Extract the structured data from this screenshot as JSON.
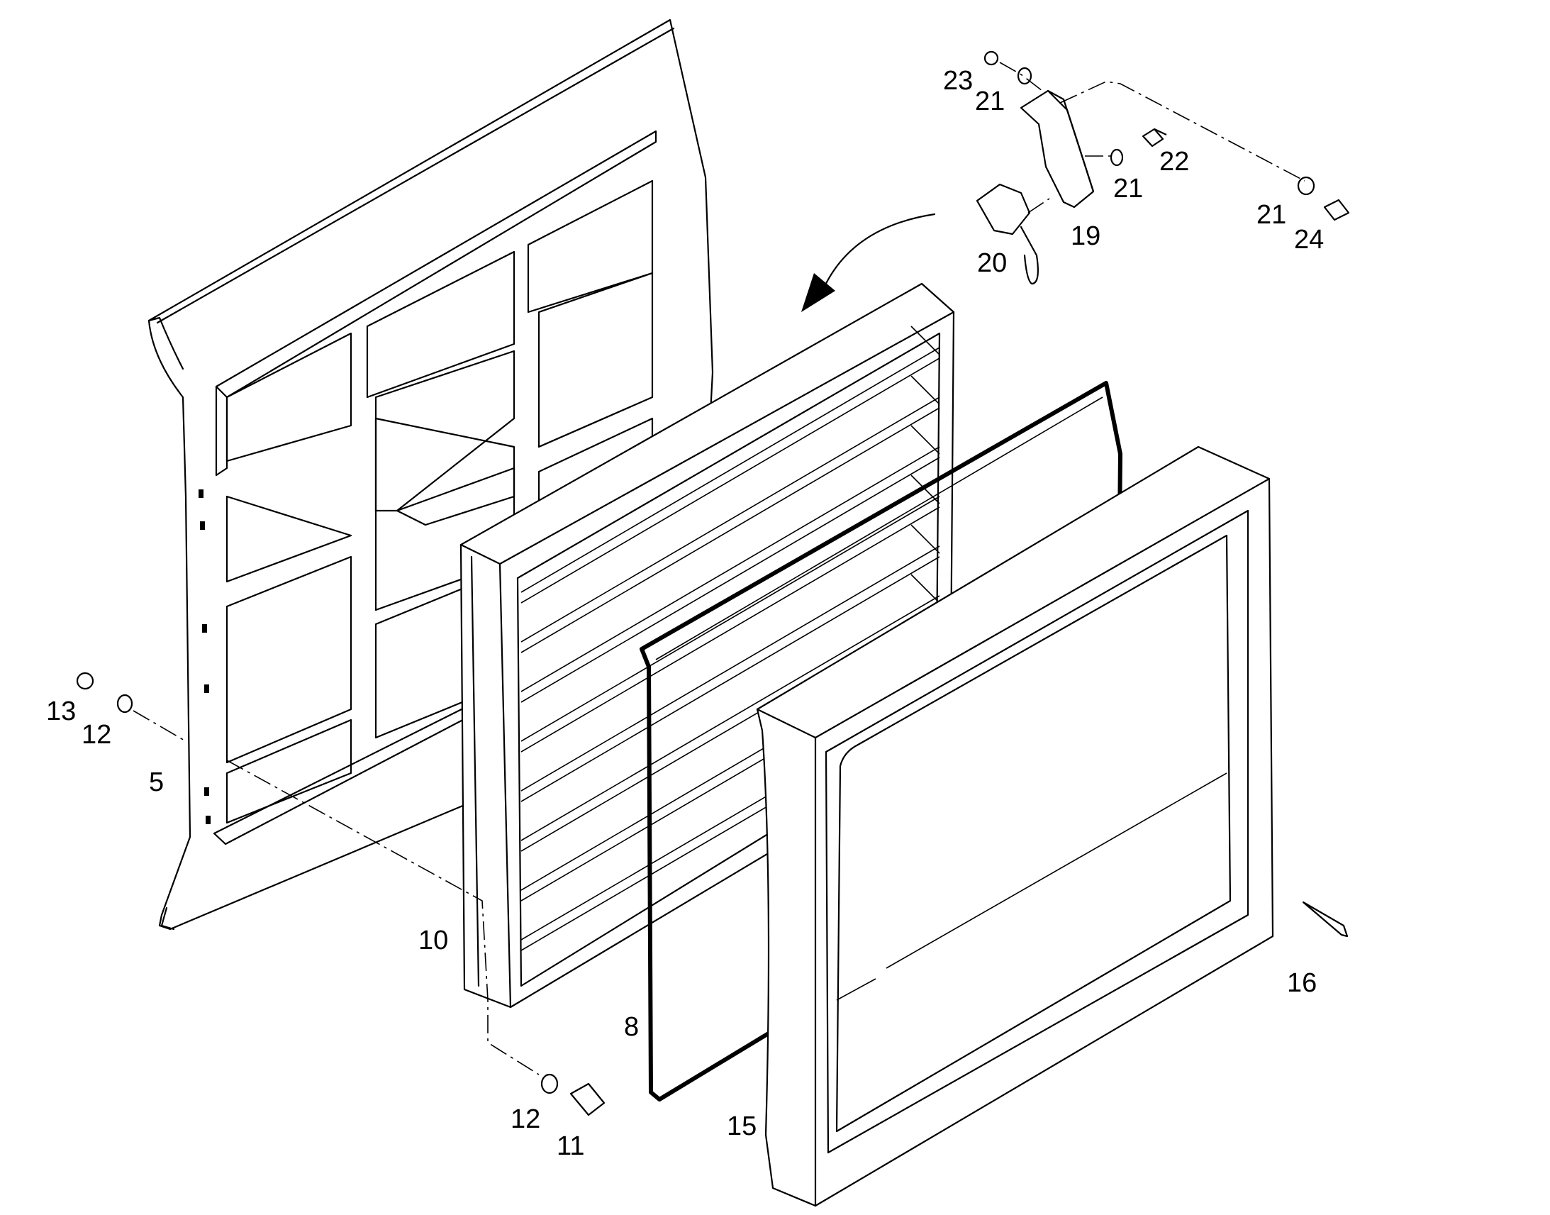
{
  "callouts": [
    {
      "id": "23",
      "label": "23"
    },
    {
      "id": "21a",
      "label": "21"
    },
    {
      "id": "22",
      "label": "22"
    },
    {
      "id": "21b",
      "label": "21"
    },
    {
      "id": "21c",
      "label": "21"
    },
    {
      "id": "24",
      "label": "24"
    },
    {
      "id": "19",
      "label": "19"
    },
    {
      "id": "20",
      "label": "20"
    },
    {
      "id": "13",
      "label": "13"
    },
    {
      "id": "12a",
      "label": "12"
    },
    {
      "id": "5",
      "label": "5"
    },
    {
      "id": "10",
      "label": "10"
    },
    {
      "id": "8",
      "label": "8"
    },
    {
      "id": "12b",
      "label": "12"
    },
    {
      "id": "11",
      "label": "11"
    },
    {
      "id": "15",
      "label": "15"
    },
    {
      "id": "16",
      "label": "16"
    }
  ]
}
